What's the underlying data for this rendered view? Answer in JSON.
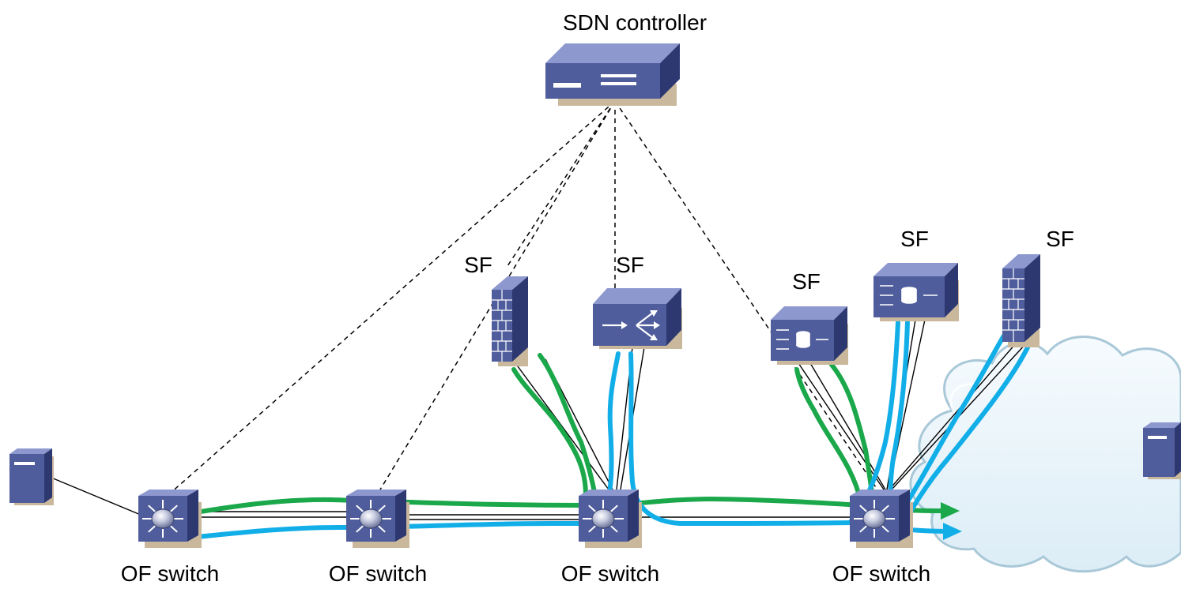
{
  "diagram": {
    "controller": {
      "label": "SDN controller",
      "icon": "sdn-controller-icon"
    },
    "switches": [
      {
        "label": "OF switch",
        "icon": "openflow-switch-icon"
      },
      {
        "label": "OF switch",
        "icon": "openflow-switch-icon"
      },
      {
        "label": "OF switch",
        "icon": "openflow-switch-icon"
      },
      {
        "label": "OF switch",
        "icon": "openflow-switch-icon"
      }
    ],
    "service_functions": [
      {
        "label": "SF",
        "icon": "firewall-icon"
      },
      {
        "label": "SF",
        "icon": "load-balancer-icon"
      },
      {
        "label": "SF",
        "icon": "storage-appliance-icon"
      },
      {
        "label": "SF",
        "icon": "storage-appliance-icon"
      },
      {
        "label": "SF",
        "icon": "firewall-icon"
      }
    ],
    "hosts": [
      {
        "icon": "server-icon"
      },
      {
        "icon": "server-icon"
      }
    ],
    "cloud": {
      "icon": "cloud-icon"
    },
    "colors": {
      "device_front": "#4f5d9c",
      "device_top": "#8d98cf",
      "device_side": "#2d3870",
      "device_shadow": "#c9b89c",
      "green_path": "#1aa84a",
      "blue_path": "#12aee8",
      "cloud_fill": "#e9f4fa",
      "cloud_stroke": "#a9c8d8"
    }
  }
}
